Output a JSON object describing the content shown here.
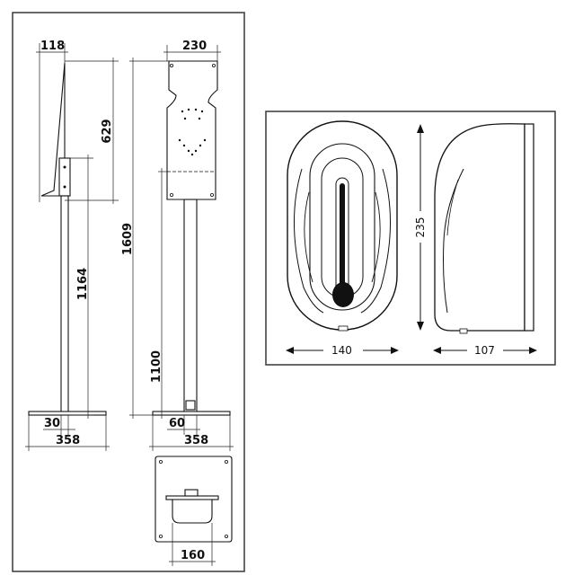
{
  "stand_drawing": {
    "side_width": "118",
    "front_width": "230",
    "panel_height": "629",
    "post_height_side": "1164",
    "total_height": "1609",
    "post_height_front": "1100",
    "post_width": "30",
    "post_width_front": "60",
    "base_width_side": "358",
    "base_width_front": "358",
    "base_plate_cutout": "160"
  },
  "dispenser_drawing": {
    "height": "235",
    "front_width": "140",
    "side_depth": "107"
  }
}
